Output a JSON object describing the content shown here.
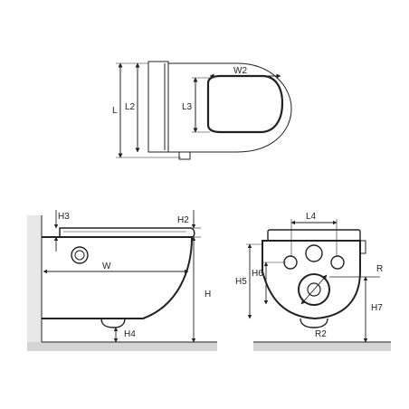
{
  "labels": {
    "L": "L",
    "L2": "L2",
    "L3": "L3",
    "W2": "W2",
    "H3": "H3",
    "H2": "H2",
    "W": "W",
    "H": "H",
    "H4": "H4",
    "L4": "L4",
    "H5": "H5",
    "H6": "H6",
    "R": "R",
    "H7": "H7",
    "R2": "R2"
  },
  "colors": {
    "line": "#222222",
    "wall": "#e8e8e8",
    "floor": "#d4d4d4"
  }
}
